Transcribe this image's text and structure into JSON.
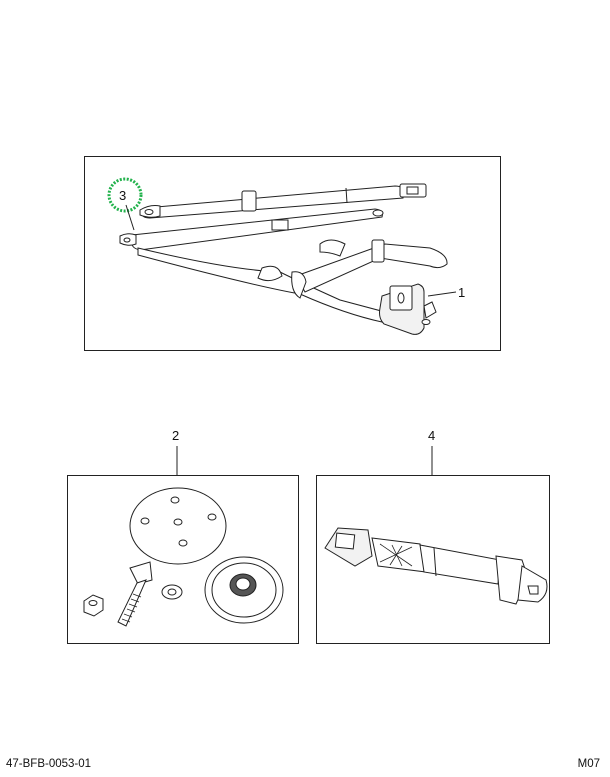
{
  "callouts": {
    "one": "1",
    "two": "2",
    "three": "3",
    "four": "4"
  },
  "footer": {
    "drawing_number": "47-BFB-0053-01",
    "sheet_code": "M07"
  },
  "highlight_color": "#22b24c"
}
